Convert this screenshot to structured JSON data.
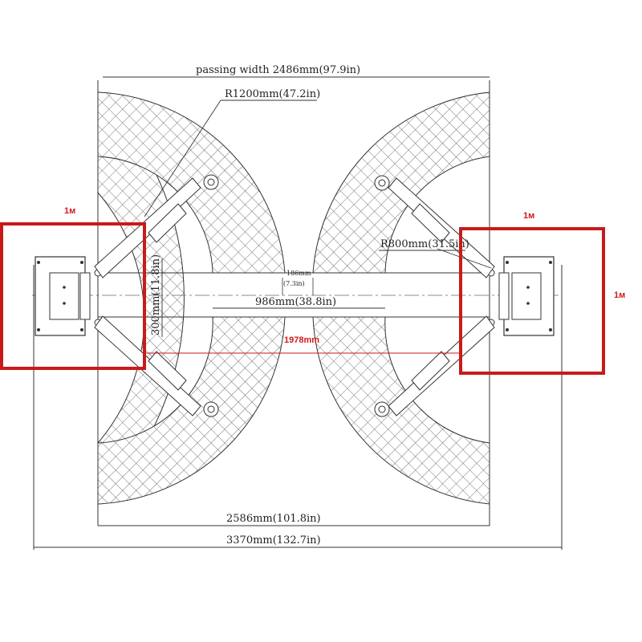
{
  "labels": {
    "passing_width": "passing width 2486mm(97.9in)",
    "r1200": "R1200mm(47.2in)",
    "r800": "R800mm(31.5in)",
    "gap_mm": "186mm",
    "gap_in": "(7.3in)",
    "span_986": "986mm(38.8in)",
    "height_300": "300mm(11.8in)",
    "width_2586": "2586mm(101.8in)",
    "width_3370": "3370mm(132.7in)",
    "red_1978": "1978mm",
    "left_1m": "1м",
    "right_top_1m": "1м",
    "right_side_1m": "1м"
  },
  "colors": {
    "line": "#333333",
    "hatch": "#555555",
    "red": "#c91a1a"
  }
}
